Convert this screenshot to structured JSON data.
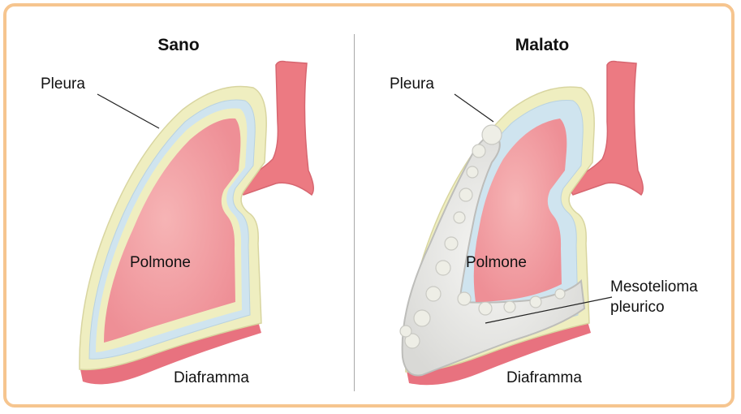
{
  "panels": [
    {
      "title": "Sano",
      "labels": {
        "pleura": "Pleura",
        "lung": "Polmone",
        "diaphragm": "Diaframma"
      }
    },
    {
      "title": "Malato",
      "labels": {
        "pleura": "Pleura",
        "lung": "Polmone",
        "diaphragm": "Diaframma",
        "tumor_line1": "Mesotelioma",
        "tumor_line2": "pleurico"
      }
    }
  ],
  "colors": {
    "frame": "#f6c58f",
    "pleura_outer": "#efeec0",
    "pleura_inner": "#cfe4ef",
    "lung": "#f4a7a9",
    "diaphragm": "#e66a78",
    "tumor": "#ececea"
  }
}
